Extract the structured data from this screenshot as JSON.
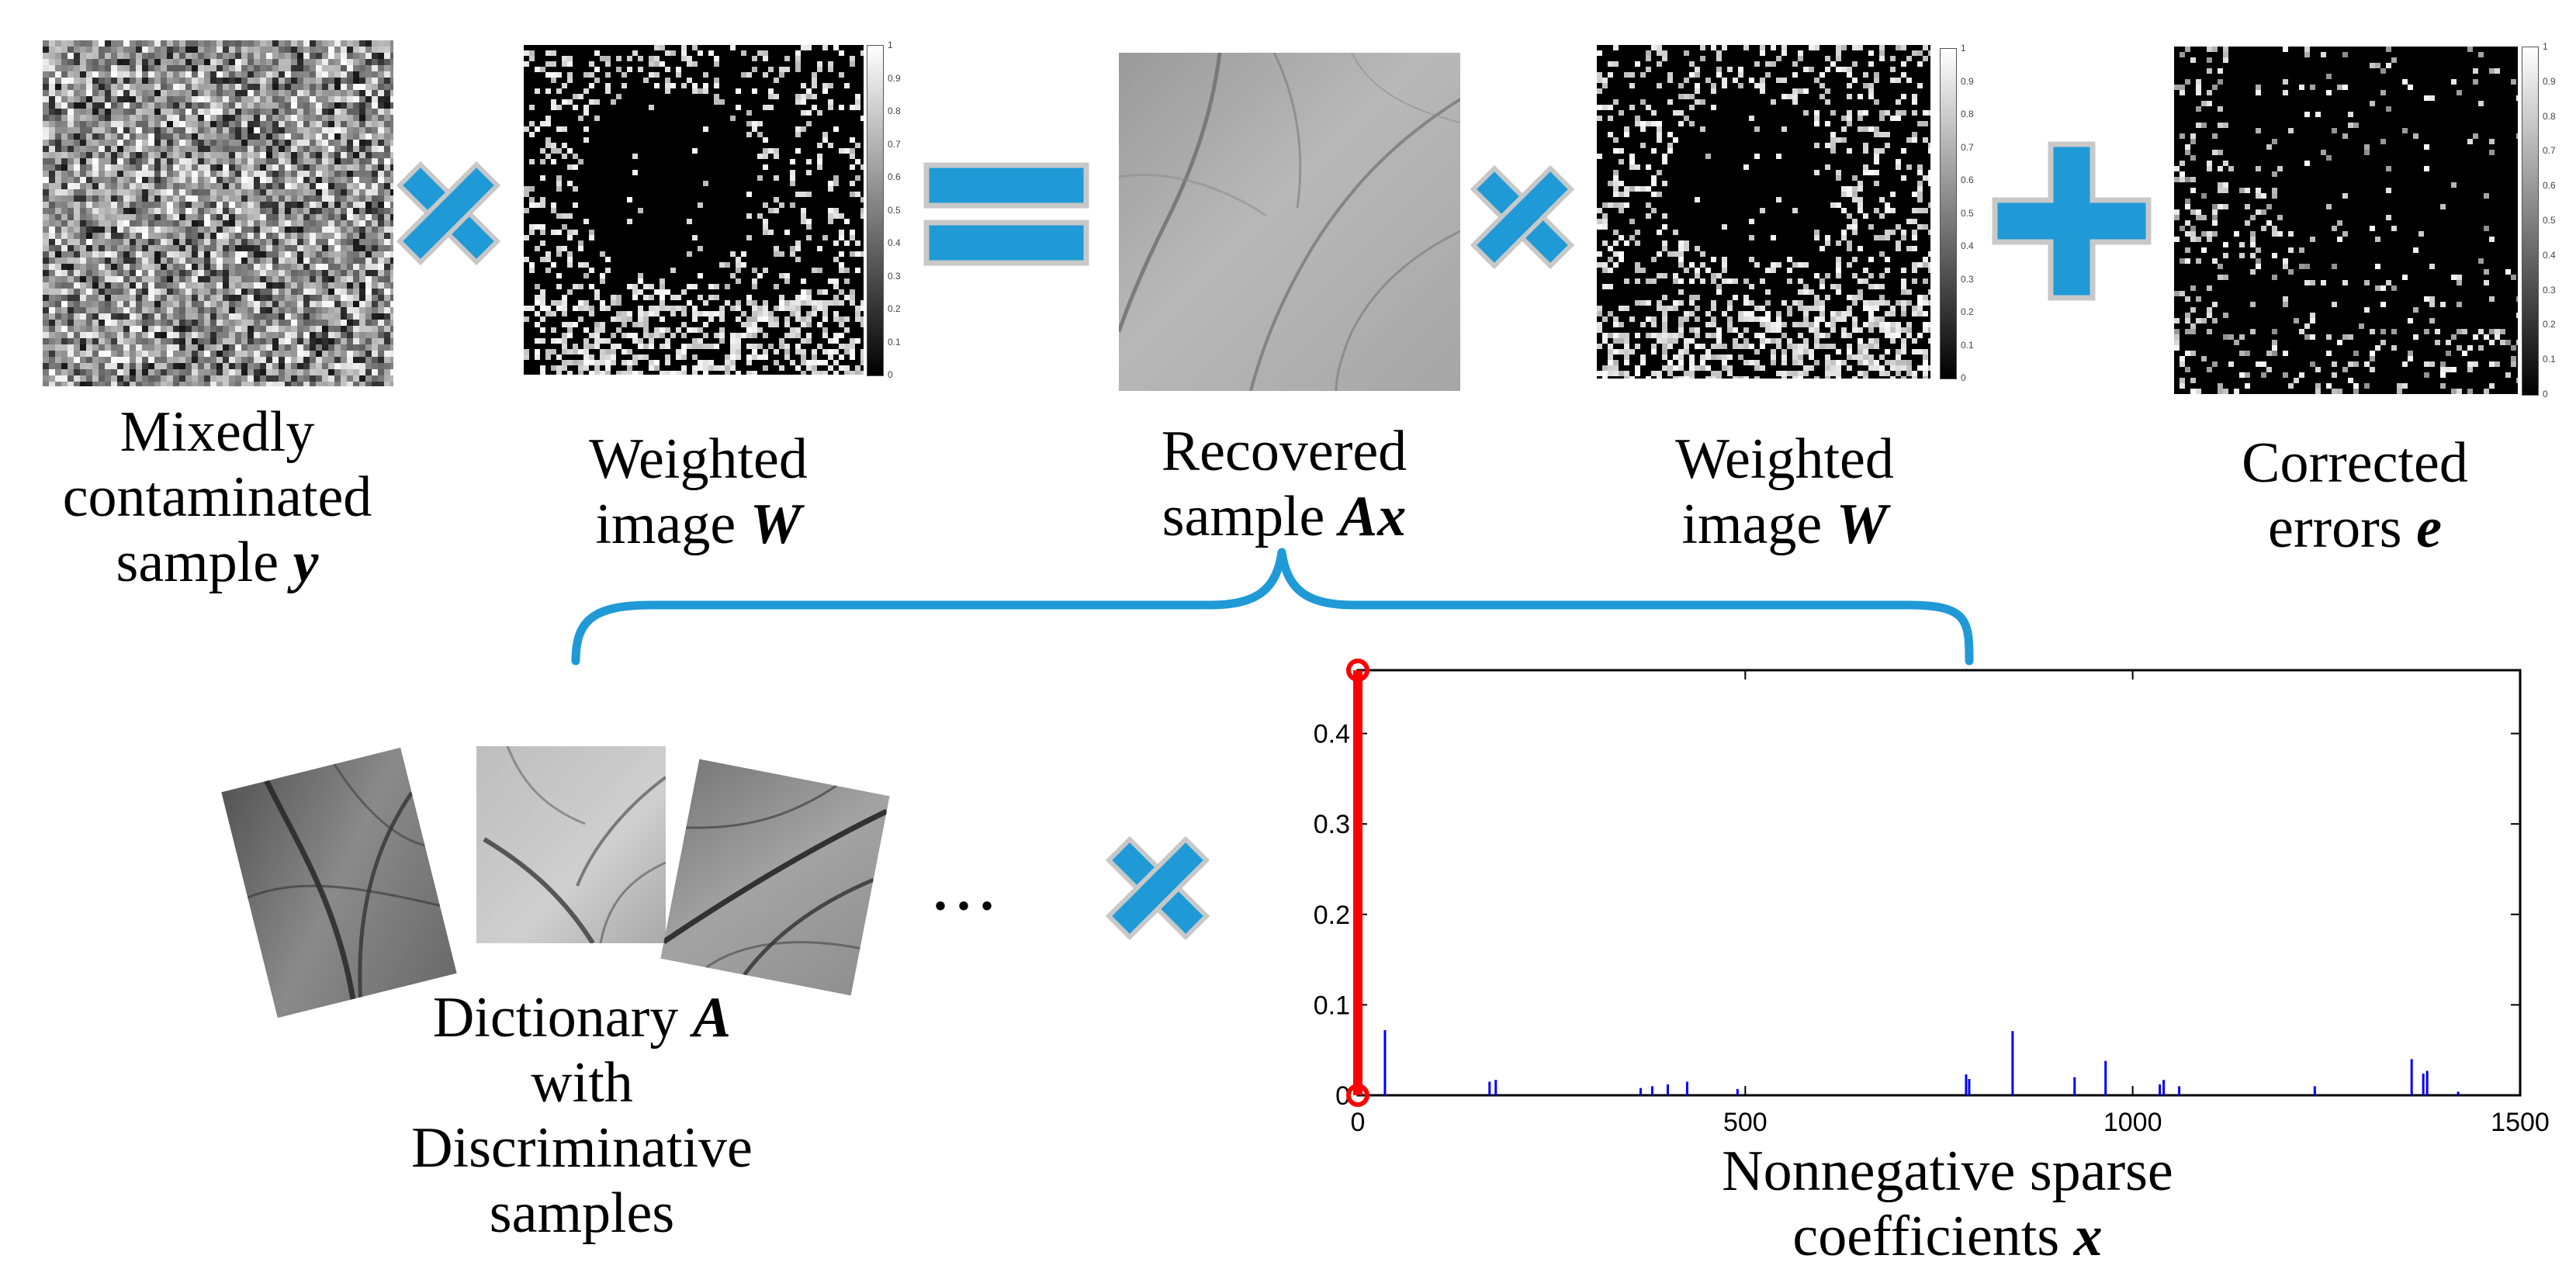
{
  "captions": {
    "noisy": {
      "l1": "Mixedly",
      "l2": "contaminated",
      "l3": "sample ",
      "sym": "y"
    },
    "weight1": {
      "l1": "Weighted",
      "l2": "image ",
      "sym": "W"
    },
    "recovered": {
      "l1": "Recovered",
      "l2": "sample ",
      "sym": "Ax"
    },
    "weight2": {
      "l1": "Weighted",
      "l2": "image ",
      "sym": "W"
    },
    "errors": {
      "l1": "Corrected",
      "l2": "errors ",
      "sym": "e"
    },
    "dictionary": {
      "l1a": "Dictionary ",
      "sym": "A",
      "l2": "with",
      "l3": "Discriminative",
      "l4": "samples"
    },
    "coeffs": {
      "l1": "Nonnegative sparse",
      "l2": "coefficients ",
      "sym": "x"
    }
  },
  "colorbar_ticks": [
    "1",
    "0.9",
    "0.8",
    "0.7",
    "0.6",
    "0.5",
    "0.4",
    "0.3",
    "0.2",
    "0.1",
    "0"
  ],
  "ellipsis": "...",
  "operators": {
    "times_color": "#1f9ad6",
    "plus_color": "#1f9ad6",
    "equals_color": "#1f9ad6",
    "outline": "#c8c8c8"
  },
  "brace_color": "#1f9ad6",
  "chart_data": {
    "type": "bar",
    "title": "",
    "xlabel": "Nonnegative sparse coefficients x",
    "ylabel": "",
    "xlim": [
      0,
      1500
    ],
    "ylim": [
      0,
      0.47
    ],
    "xticks": [
      "0",
      "500",
      "1000",
      "1500"
    ],
    "yticks": [
      "0",
      "0.1",
      "0.2",
      "0.3",
      "0.4"
    ],
    "series": [
      {
        "color": "#0000ff",
        "points": [
          [
            35,
            0.072
          ],
          [
            170,
            0.015
          ],
          [
            178,
            0.017
          ],
          [
            365,
            0.008
          ],
          [
            380,
            0.01
          ],
          [
            400,
            0.012
          ],
          [
            425,
            0.015
          ],
          [
            490,
            0.007
          ],
          [
            785,
            0.023
          ],
          [
            789,
            0.018
          ],
          [
            845,
            0.071
          ],
          [
            925,
            0.02
          ],
          [
            965,
            0.038
          ],
          [
            1035,
            0.012
          ],
          [
            1040,
            0.017
          ],
          [
            1060,
            0.01
          ],
          [
            1235,
            0.01
          ],
          [
            1360,
            0.04
          ],
          [
            1375,
            0.024
          ],
          [
            1380,
            0.027
          ],
          [
            1420,
            0.004
          ]
        ]
      },
      {
        "color": "#ff0000",
        "points": [
          [
            0,
            0.47
          ]
        ]
      }
    ],
    "legend": "none",
    "grid": false
  }
}
